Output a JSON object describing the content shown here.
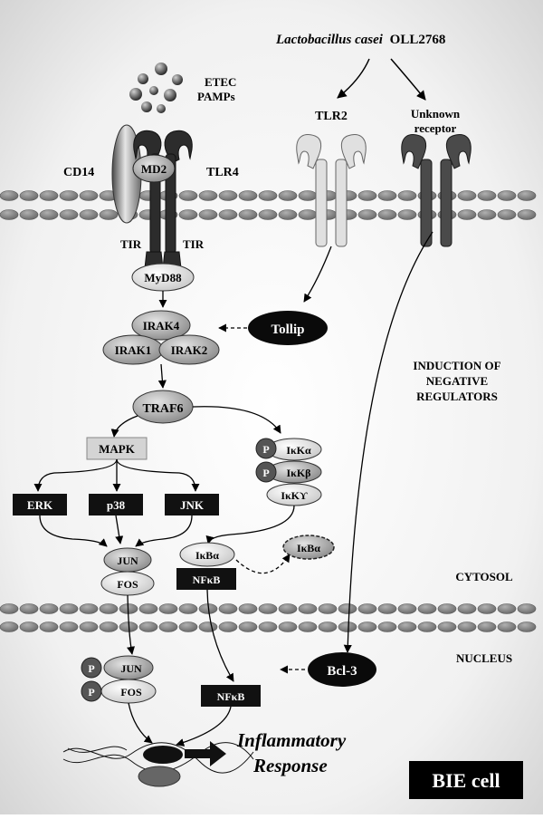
{
  "title": "",
  "stimuli": {
    "bacteria_prefix": "Lactobacillus casei",
    "bacteria_strain": "OLL2768",
    "etec_line1": "ETEC",
    "etec_line2": "PAMPs"
  },
  "receptors": {
    "tlr4": "TLR4",
    "cd14": "CD14",
    "md2": "MD2",
    "tlr2": "TLR2",
    "unknown_line1": "Unknown",
    "unknown_line2": "receptor",
    "tir_left": "TIR",
    "tir_right": "TIR"
  },
  "adaptors": {
    "myd88": "MyD88",
    "irak4": "IRAK4",
    "irak1": "IRAK1",
    "irak2": "IRAK2",
    "traf6": "TRAF6",
    "tollip": "Tollip"
  },
  "mapk_branch": {
    "mapk": "MAPK",
    "erk": "ERK",
    "p38": "p38",
    "jnk": "JNK",
    "jun": "JUN",
    "fos": "FOS",
    "p": "P"
  },
  "nfkb_branch": {
    "ikka": "IκKα",
    "ikkb": "IκKβ",
    "ikkg": "IκKϒ",
    "ikba": "IκBα",
    "ikba_released": "IκBα",
    "nfkb": "NFκB",
    "nfkb_nucleus": "NFκB",
    "bcl3": "Bcl-3"
  },
  "annotations": {
    "negative_line1": "INDUCTION OF",
    "negative_line2": "NEGATIVE",
    "negative_line3": "REGULATORS",
    "cytosol": "CYTOSOL",
    "nucleus": "NUCLEUS",
    "response_line1": "Inflammatory",
    "response_line2": "Response",
    "cell_label": "BIE cell"
  },
  "colors": {
    "background_center": "#ffffff",
    "background_edge": "#d2d2d2",
    "membrane": "#808080",
    "dark_node": "#000000",
    "grey_node": "#a8a8a8",
    "light_node": "#e6e6e6",
    "tlr2": "#d8d8d8",
    "tlr4": "#303030"
  }
}
